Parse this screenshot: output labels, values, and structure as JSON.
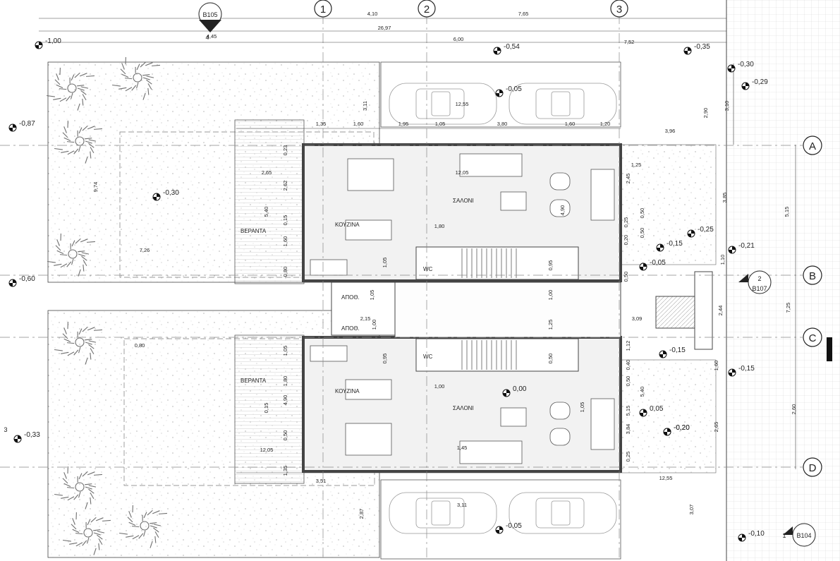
{
  "grid": {
    "columns": [
      "1",
      "2",
      "3"
    ],
    "rows": [
      "A",
      "B",
      "C",
      "D"
    ]
  },
  "section_markers": [
    {
      "label": "B105",
      "sub": "4"
    },
    {
      "label": "B107",
      "sub": "2"
    },
    {
      "label": "B104",
      "sub": "1"
    }
  ],
  "side_markers": [
    "3"
  ],
  "rooms": {
    "upper": {
      "kitchen": "ΚΟΥΖΙΝΑ",
      "living": "ΣΑΛΟΝΙ",
      "wc": "WC",
      "veranda": "ΒΕΡΑΝΤΑ",
      "storage": "ΑΠΟΘ."
    },
    "lower": {
      "kitchen": "ΚΟΥΖΙΝΑ",
      "living": "ΣΑΛΟΝΙ",
      "wc": "WC",
      "veranda": "ΒΕΡΑΝΤΑ",
      "storage": "ΑΠΟΘ."
    }
  },
  "levels": [
    "-1,00",
    "-0,54",
    "-0,35",
    "-0,30",
    "-0,29",
    "-0,05",
    "-0,87",
    "-0,30",
    "-0,60",
    "-0,15",
    "-0,25",
    "-0,05",
    "-0,21",
    "-0,20",
    "-0,33",
    "0,00",
    "0,05",
    "-0,20",
    "-0,15",
    "-0,15",
    "-0,05",
    "-0,10"
  ],
  "dimensions": [
    "4,10",
    "7,65",
    "26,97",
    "4,45",
    "6,00",
    "7,52",
    "3,11",
    "1,35",
    "1,60",
    "1,95",
    "1,05",
    "3,80",
    "1,60",
    "1,20",
    "12,55",
    "2,90",
    "3,10",
    "3,96",
    "0,23",
    "2,65",
    "2,62",
    "12,05",
    "2,45",
    "1,25",
    "3,85",
    "5,15",
    "9,74",
    "5,40",
    "0,15",
    "1,80",
    "0,50",
    "0,25",
    "0,50",
    "1,60",
    "1,05",
    "0,95",
    "4,90",
    "0,20",
    "1,10",
    "0,80",
    "7,26",
    "0,50",
    "1,05",
    "1,00",
    "2,15",
    "1,00",
    "1,25",
    "3,09",
    "2,44",
    "7,25",
    "0,80",
    "1,05",
    "0,95",
    "0,50",
    "1,12",
    "1,60",
    "1,80",
    "1,00",
    "0,40",
    "0,50",
    "5,40",
    "0,15",
    "4,90",
    "1,05",
    "5,15",
    "2,60",
    "0,50",
    "3,84",
    "2,65",
    "12,05",
    "1,45",
    "0,25",
    "1,35",
    "3,51",
    "12,55",
    "3,11",
    "2,87",
    "3,07"
  ],
  "colors": {
    "line": "#222222",
    "wall": "#555555",
    "floor": "#f2f2f2",
    "garden": "#fbfbfb",
    "tree": "#6f6f6f",
    "column": "#555555"
  }
}
